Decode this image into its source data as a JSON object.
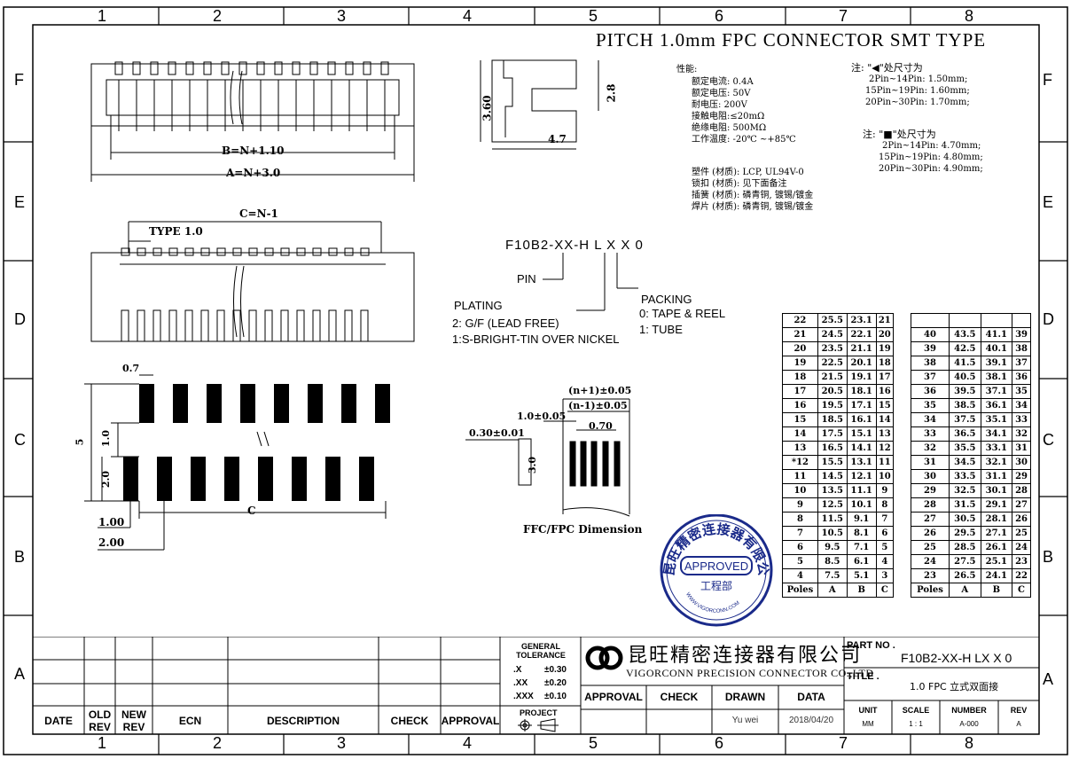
{
  "title": "PITCH 1.0mm FPC CONNECTOR SMT TYPE",
  "zones": {
    "cols": [
      "1",
      "2",
      "3",
      "4",
      "5",
      "6",
      "7",
      "8"
    ],
    "rows": [
      "F",
      "E",
      "D",
      "C",
      "B",
      "A"
    ]
  },
  "dims": {
    "b": "B=N+1.10",
    "a": "A=N+3.0",
    "h360": "3.60",
    "h28": "2.8",
    "w47": "4.7",
    "c": "C=N-1",
    "type": "TYPE 1.0",
    "d07": "0.7",
    "d5": "5",
    "d10": "1.0",
    "d20": "2.0",
    "d100": "1.00",
    "d200": "2.00",
    "dc": "C",
    "ffc1": "(n+1)±0.05",
    "ffc2": "(n-1)±0.05",
    "ffc3": "1.0±0.05",
    "ffc4": "0.70",
    "ffc5": "0.30±0.01",
    "ffc6": "3.0",
    "ffc_caption": "FFC/FPC Dimension"
  },
  "specs": {
    "heading": "性能:",
    "lines": [
      "额定电流: 0.4A",
      "额定电压: 50V",
      "耐电压: 200V",
      "接触电阻:≤20mΩ",
      "绝缘电阻: 500MΩ",
      "工作温度: -20℃ ~+85℃"
    ],
    "materials": [
      "塑件 (材质): LCP, UL94V-0",
      "锁扣 (材质): 见下面备注",
      "插簧 (材质): 磷青铜, 镀锡/镀金",
      "焊片 (材质): 磷青铜, 镀锡/镀金"
    ]
  },
  "notes": {
    "n1_head": "注: \"◀\"处尺寸为",
    "n1": [
      "2Pin~14Pin: 1.50mm;",
      "15Pin~19Pin: 1.60mm;",
      "20Pin~30Pin: 1.70mm;"
    ],
    "n2_head": "注: \"■\"处尺寸为",
    "n2": [
      "2Pin~14Pin: 4.70mm;",
      "15Pin~19Pin: 4.80mm;",
      "20Pin~30Pin: 4.90mm;"
    ]
  },
  "partcode": {
    "code": "F10B2-XX-H L X X 0",
    "pin": "PIN",
    "plating": "PLATING",
    "plating1": "2: G/F (LEAD FREE)",
    "plating2": "1:S-BRIGHT-TIN OVER NICKEL",
    "packing": "PACKING",
    "packing0": "0: TAPE & REEL",
    "packing1": "1: TUBE"
  },
  "stamp": {
    "top": "昆旺精密连接器有限公司",
    "approved": "APPROVED",
    "dept": "工程部",
    "url": "WWW.VIGORCONN.COM"
  },
  "table_left": [
    [
      "22",
      "25.5",
      "23.1",
      "21"
    ],
    [
      "21",
      "24.5",
      "22.1",
      "20"
    ],
    [
      "20",
      "23.5",
      "21.1",
      "19"
    ],
    [
      "19",
      "22.5",
      "20.1",
      "18"
    ],
    [
      "18",
      "21.5",
      "19.1",
      "17"
    ],
    [
      "17",
      "20.5",
      "18.1",
      "16"
    ],
    [
      "16",
      "19.5",
      "17.1",
      "15"
    ],
    [
      "15",
      "18.5",
      "16.1",
      "14"
    ],
    [
      "14",
      "17.5",
      "15.1",
      "13"
    ],
    [
      "13",
      "16.5",
      "14.1",
      "12"
    ],
    [
      "*12",
      "15.5",
      "13.1",
      "11"
    ],
    [
      "11",
      "14.5",
      "12.1",
      "10"
    ],
    [
      "10",
      "13.5",
      "11.1",
      "9"
    ],
    [
      "9",
      "12.5",
      "10.1",
      "8"
    ],
    [
      "8",
      "11.5",
      "9.1",
      "7"
    ],
    [
      "7",
      "10.5",
      "8.1",
      "6"
    ],
    [
      "6",
      "9.5",
      "7.1",
      "5"
    ],
    [
      "5",
      "8.5",
      "6.1",
      "4"
    ],
    [
      "4",
      "7.5",
      "5.1",
      "3"
    ],
    [
      "Poles",
      "A",
      "B",
      "C"
    ]
  ],
  "table_right": [
    [
      "",
      "",
      "",
      ""
    ],
    [
      "40",
      "43.5",
      "41.1",
      "39"
    ],
    [
      "39",
      "42.5",
      "40.1",
      "38"
    ],
    [
      "38",
      "41.5",
      "39.1",
      "37"
    ],
    [
      "37",
      "40.5",
      "38.1",
      "36"
    ],
    [
      "36",
      "39.5",
      "37.1",
      "35"
    ],
    [
      "35",
      "38.5",
      "36.1",
      "34"
    ],
    [
      "34",
      "37.5",
      "35.1",
      "33"
    ],
    [
      "33",
      "36.5",
      "34.1",
      "32"
    ],
    [
      "32",
      "35.5",
      "33.1",
      "31"
    ],
    [
      "31",
      "34.5",
      "32.1",
      "30"
    ],
    [
      "30",
      "33.5",
      "31.1",
      "29"
    ],
    [
      "29",
      "32.5",
      "30.1",
      "28"
    ],
    [
      "28",
      "31.5",
      "29.1",
      "27"
    ],
    [
      "27",
      "30.5",
      "28.1",
      "26"
    ],
    [
      "26",
      "29.5",
      "27.1",
      "25"
    ],
    [
      "25",
      "28.5",
      "26.1",
      "24"
    ],
    [
      "24",
      "27.5",
      "25.1",
      "23"
    ],
    [
      "23",
      "26.5",
      "24.1",
      "22"
    ],
    [
      "Poles",
      "A",
      "B",
      "C"
    ]
  ],
  "titleblock": {
    "rev_headers": [
      "DATE",
      "OLD REV",
      "NEW REV",
      "ECN",
      "DESCRIPTION",
      "CHECK",
      "APPROVAL"
    ],
    "tol_head": "GENERAL TOLERANCE",
    "tol": [
      [
        ".X",
        "±0.30"
      ],
      [
        ".XX",
        "±0.20"
      ],
      [
        ".XXX",
        "±0.10"
      ]
    ],
    "project": "PROJECT",
    "company_cn": "昆旺精密连接器有限公司",
    "company_en": "VIGORCONN PRECISION CONNECTOR CO.,LTD",
    "approval": "APPROVAL",
    "check": "CHECK",
    "drawn": "DRAWN",
    "data": "DATA",
    "drawn_by": "Yu wei",
    "date": "2018/04/20",
    "partno_label": "PART NO .",
    "partno": "F10B2-XX-H LX X 0",
    "title_label": "TITLE .",
    "title": "1.0 FPC 立式双面接",
    "unit_label": "UNIT",
    "unit": "MM",
    "scale_label": "SCALE",
    "scale": "1 : 1",
    "number_label": "NUMBER",
    "number": "A-000",
    "rev_label": "REV",
    "rev": "A"
  }
}
